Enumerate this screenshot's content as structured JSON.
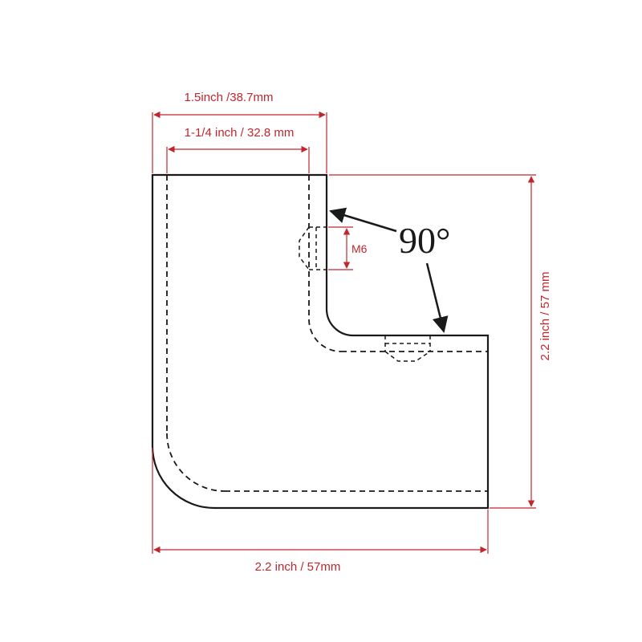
{
  "colors": {
    "outline": "#1a1a1a",
    "dimension": "#c0272d",
    "background": "#ffffff"
  },
  "dimensions": {
    "outer_width": "1.5inch /38.7mm",
    "inner_width": "1-1/4 inch / 32.8 mm",
    "overall_height": "2.2 inch / 57 mm",
    "overall_width": "2.2 inch / 57mm",
    "thread": "M6"
  },
  "angle": {
    "label": "90°"
  }
}
